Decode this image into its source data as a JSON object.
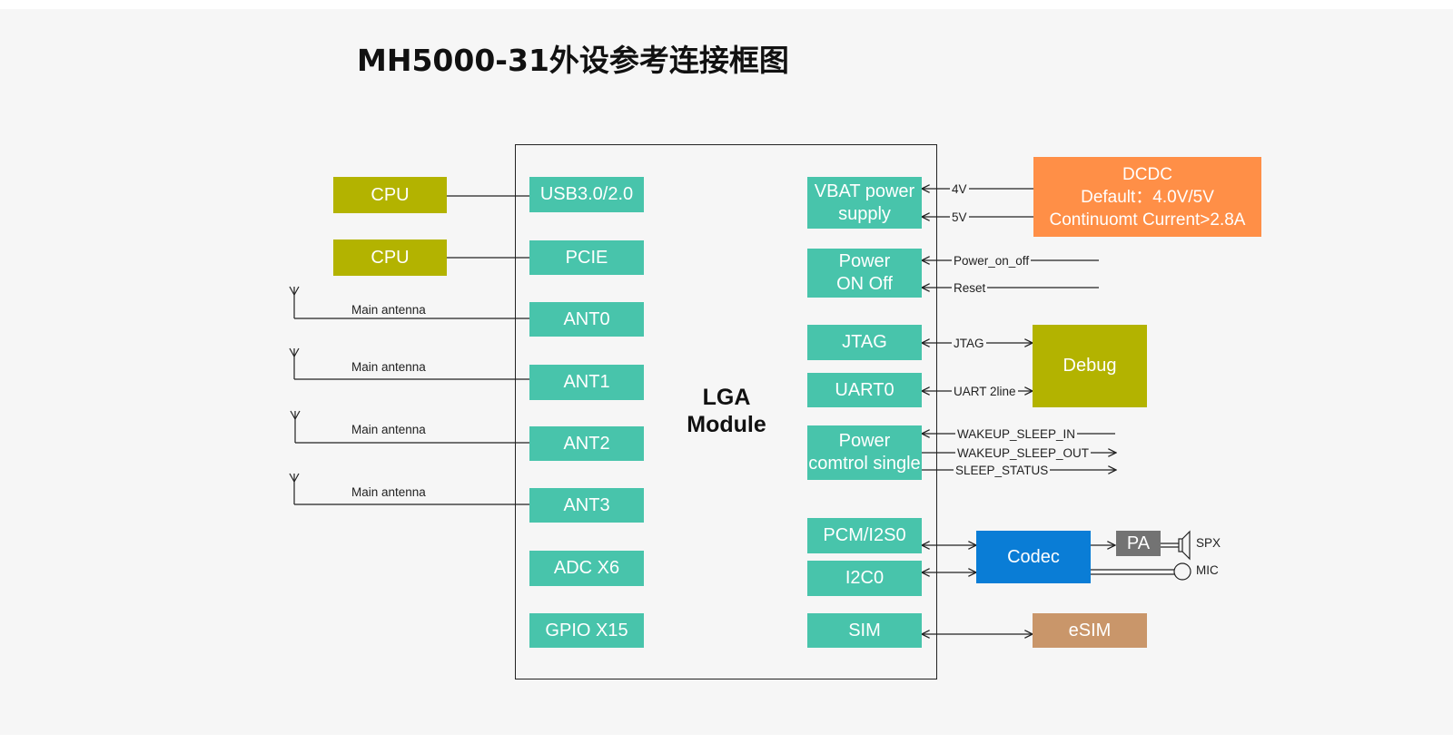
{
  "title": "MH5000-31外设参考连接框图",
  "module": {
    "line1": "LGA",
    "line2": "Module"
  },
  "left_interfaces": {
    "usb": "USB3.0/2.0",
    "pcie": "PCIE",
    "ant0": "ANT0",
    "ant1": "ANT1",
    "ant2": "ANT2",
    "ant3": "ANT3",
    "adc": "ADC X6",
    "gpio": "GPIO X15"
  },
  "hosts": {
    "cpu1": "CPU",
    "cpu2": "CPU"
  },
  "antenna_label": "Main antenna",
  "right_interfaces": {
    "vbat": [
      "VBAT power",
      "supply"
    ],
    "power": [
      "Power",
      "ON Off"
    ],
    "jtag": "JTAG",
    "uart": "UART0",
    "power_ctrl": [
      "Power",
      "comtrol single"
    ],
    "pcm": "PCM/I2S0",
    "i2c": "I2C0",
    "sim": "SIM"
  },
  "signals": {
    "v4": "4V",
    "v5": "5V",
    "power_on_off": "Power_on_off",
    "reset": "Reset",
    "jtag": "JTAG",
    "uart": "UART 2line",
    "wakeup_in": "WAKEUP_SLEEP_IN",
    "wakeup_out": "WAKEUP_SLEEP_OUT",
    "sleep_status": "SLEEP_STATUS"
  },
  "peripherals": {
    "dcdc": [
      "DCDC",
      "Default：4.0V/5V",
      "Continuomt Current>2.8A"
    ],
    "debug": "Debug",
    "codec": "Codec",
    "pa": "PA",
    "spx": "SPX",
    "mic": "MIC",
    "esim": "eSIM"
  },
  "colors": {
    "interface": "#48c4ab",
    "host": "#b3b300",
    "dcdc": "#ff8f47",
    "codec": "#0a7dd6",
    "pa": "#737373",
    "esim": "#c9966a"
  }
}
